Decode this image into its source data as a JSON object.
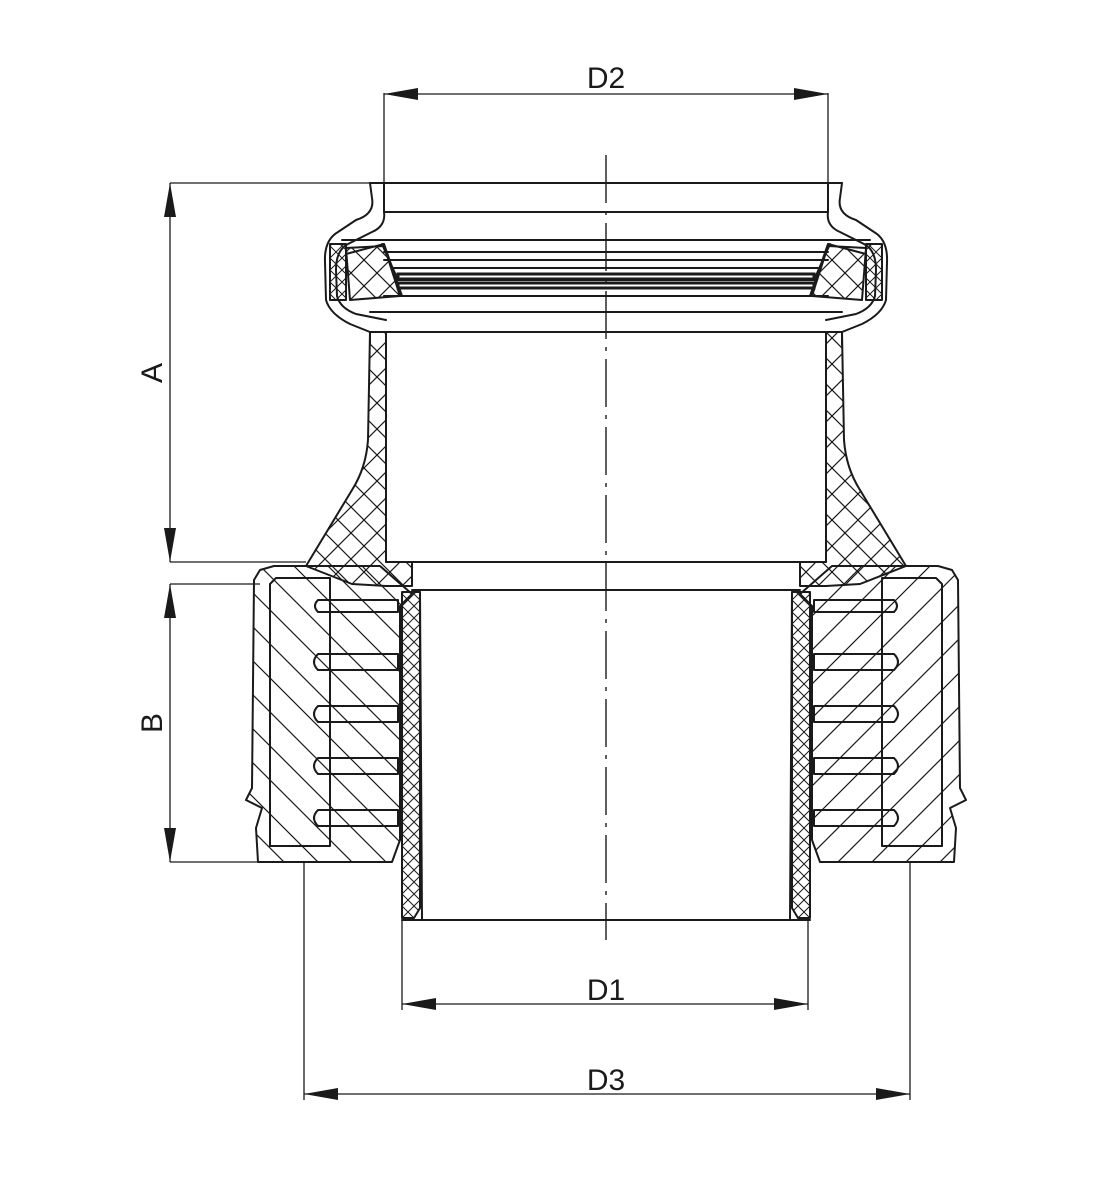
{
  "dimensions": {
    "d2": "D2",
    "a": "A",
    "b": "B",
    "d1": "D1",
    "d3": "D3"
  }
}
